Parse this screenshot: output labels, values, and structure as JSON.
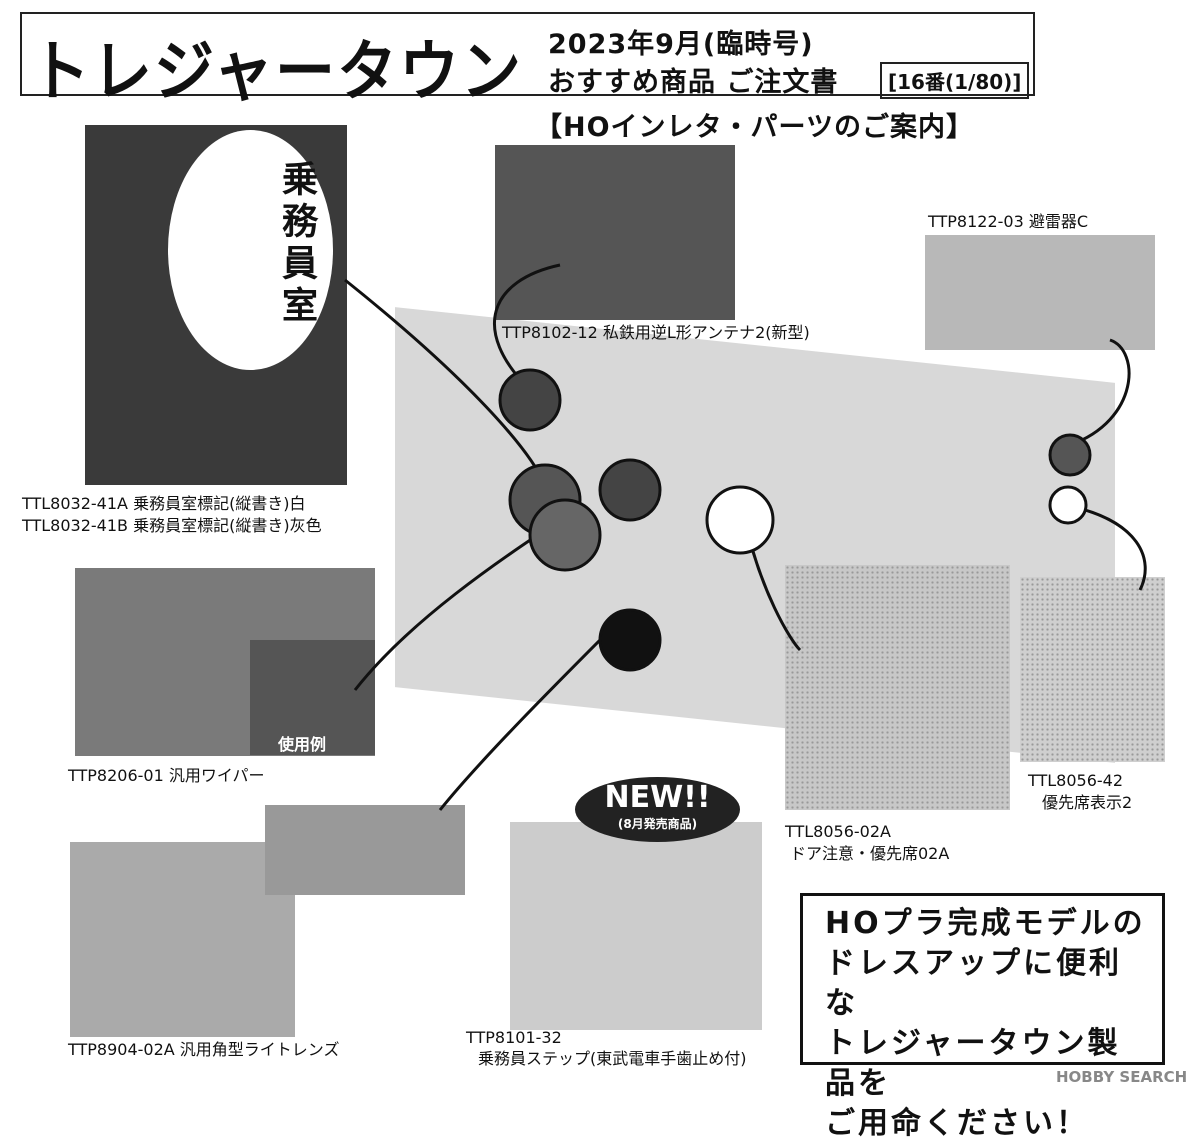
{
  "header": {
    "brand": "トレジャータウン",
    "issue": "2023年9月(臨時号)",
    "order": "おすすめ商品 ご注文書",
    "page_number": "[16番(1/80)]"
  },
  "section_title": "【HOインレタ・パーツのご案内】",
  "products": [
    {
      "code_name": "TTL8032-41A 乗務員室標記(縦書き)白"
    },
    {
      "code_name": "TTL8032-41B 乗務員室標記(縦書き)灰色"
    },
    {
      "code_name": "TTP8102-12 私鉄用逆L形アンテナ2(新型)"
    },
    {
      "code_name": "TTP8122-03 避雷器C"
    },
    {
      "code_name": "TTP8206-01 汎用ワイパー"
    },
    {
      "code_name": "TTL8056-02A"
    },
    {
      "code_name": "ドア注意・優先席02A"
    },
    {
      "code_name": "TTL8056-42"
    },
    {
      "code_name": "優先席表示2"
    },
    {
      "code_name": "TTP8904-02A 汎用角型ライトレンズ"
    },
    {
      "code_name": "TTP8101-32"
    },
    {
      "code_name": "乗務員ステップ(東武電車手歯止め付)"
    }
  ],
  "image_text": {
    "crew_room": "乗務員室",
    "usage_example": "使用例"
  },
  "badge": {
    "title": "NEW!!",
    "subtitle": "(8月発売商品)"
  },
  "cta_lines": [
    "HOプラ完成モデルの",
    "ドレスアップに便利な",
    "トレジャータウン製品を",
    "ご用命ください！"
  ],
  "watermark": "HOBBY SEARCH"
}
